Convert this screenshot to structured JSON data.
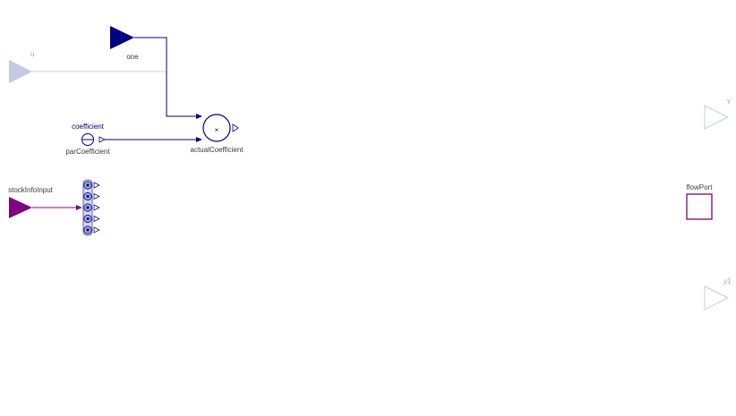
{
  "diagram": {
    "labels": {
      "u": "u",
      "one": "one",
      "coefficient": "coefficient",
      "parCoefficient": "parCoefficient",
      "actualCoefficient": "actualCoefficient",
      "stockInfoInput": "stockInfoInput",
      "y": "y",
      "flowPort": "flowPort",
      "y1": "y1"
    },
    "product_symbol": "×",
    "colors": {
      "navy": "#00007f",
      "faded_blue": "#c5c8e2",
      "faded_outline": "#b9bfe2",
      "purple": "#800080",
      "faded_text": "#9aa3cc",
      "label_text": "#3a3a3a"
    }
  }
}
